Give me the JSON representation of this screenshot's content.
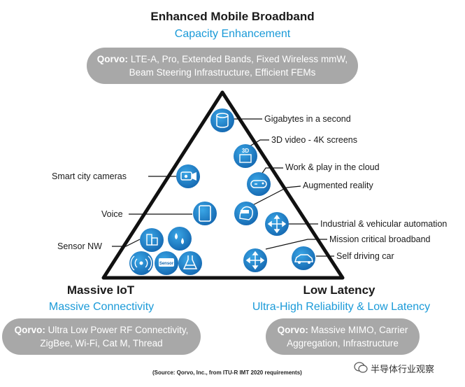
{
  "top": {
    "title": "Enhanced Mobile Broadband",
    "subtitle": "Capacity Enhancement",
    "pill_brand": "Qorvo:",
    "pill_line1": "LTE-A, Pro, Extended Bands, Fixed Wireless mmW,",
    "pill_line2": "Beam Steering Infrastructure, Efficient FEMs"
  },
  "left": {
    "title": "Massive IoT",
    "subtitle": "Massive Connectivity",
    "pill_brand": "Qorvo:",
    "pill_line1": "Ultra Low Power RF Connectivity,",
    "pill_line2": "ZigBee, Wi-Fi, Cat M, Thread"
  },
  "right": {
    "title": "Low Latency",
    "subtitle": "Ultra-High Reliability & Low Latency",
    "pill_brand": "Qorvo:",
    "pill_line1": "Massive MIMO, Carrier",
    "pill_line2": "Aggregation, Infrastructure"
  },
  "labels": {
    "gigabytes": "Gigabytes in a second",
    "video3d": "3D video - 4K screens",
    "work_play": "Work & play in the cloud",
    "ar": "Augmented reality",
    "industrial": "Industrial & vehicular automation",
    "mission": "Mission critical broadband",
    "self_driving": "Self driving car",
    "smart_city": "Smart city cameras",
    "voice": "Voice",
    "sensor": "Sensor NW"
  },
  "icon_text": {
    "threed": "3D",
    "sensor": "Sensor"
  },
  "source": "(Source: Qorvo, Inc., from ITU-R IMT 2020 requirements)",
  "watermark": "半导体行业观察",
  "colors": {
    "accent": "#1a9ad8",
    "pill": "#a8a8a8",
    "icon": "#1f80c4",
    "triangle": "#111111"
  }
}
